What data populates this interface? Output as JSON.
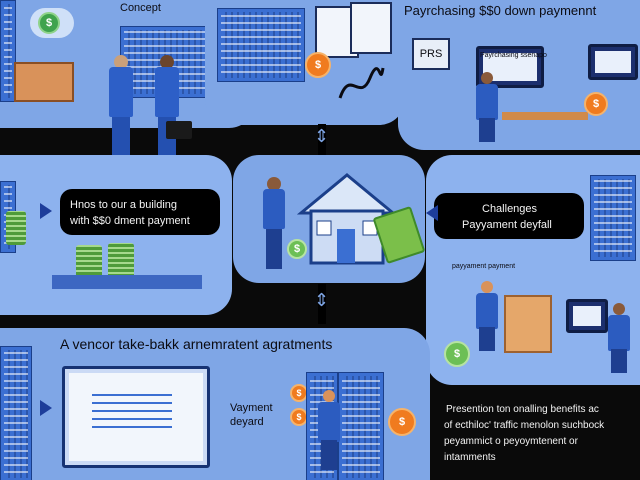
{
  "panels": {
    "top_left": {
      "label": "Concept"
    },
    "top_right": {
      "label": "Payrchasing $$0 down paymennt"
    },
    "top_right_sign": {
      "label": "PRS"
    },
    "top_right_banner": {
      "label": "Payrchasing ssenapo"
    },
    "mid_left": {
      "line1": "Hnos to our a building",
      "line2": "with $$0 dment payment"
    },
    "mid_right": {
      "line1": "Challenges",
      "line2": "Payyament deyfall"
    },
    "mid_right_small": {
      "label": "payyament payment"
    },
    "bottom_left": {
      "title": "A vencor take-bakk arnemratent agratments"
    },
    "bottom_mid": {
      "line1": "Vayment",
      "line2": "deyard"
    },
    "bottom_right": {
      "line1": "Presention ton onalling benefits ac",
      "line2": "of ecthiloc' traffic menolon suchbock",
      "line3": "peyammict o peyoymtenent or",
      "line4": "intamments"
    }
  },
  "icons": {
    "coin_symbol": "$"
  },
  "colors": {
    "background": "#0a0a0a",
    "panel": "#7fa6e6",
    "accent_orange": "#f07b1f",
    "building_blue": "#3b6fd2",
    "money_green": "#7bbf4a"
  }
}
